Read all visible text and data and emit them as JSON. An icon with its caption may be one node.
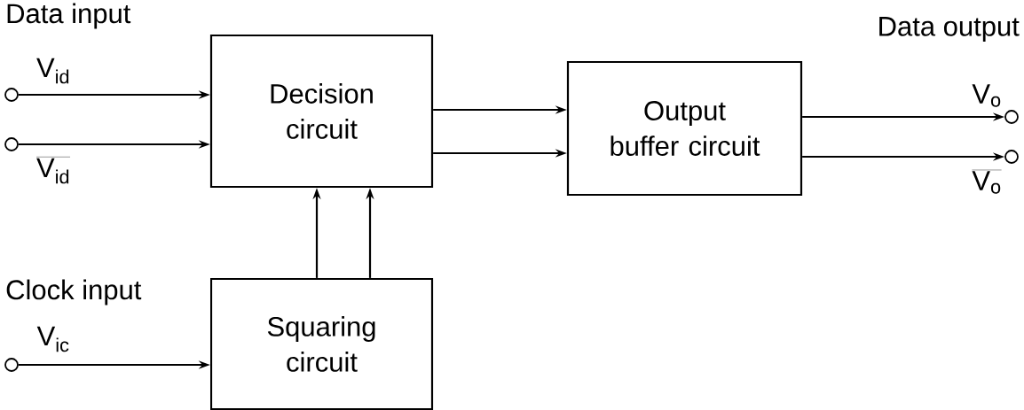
{
  "diagram": {
    "nodes": [
      {
        "text": [
          "Decision circuit"
        ]
      },
      {
        "text": [
          "Output buffer circuit"
        ]
      },
      {
        "text": [
          "Squaring circuit"
        ]
      },
      {
        "text": [],
        "shape": "circle",
        "beside": [
          "V$_{id}$"
        ]
      },
      {
        "text": [],
        "shape": "circle",
        "beside": [
          "V$_{id}$"
        ]
      },
      {
        "text": [],
        "shape": "circle",
        "beside": [
          "V$_{ic}$"
        ]
      },
      {
        "text": [],
        "shape": "circle",
        "beside": [
          "V$_{o}$"
        ]
      },
      {
        "text": [],
        "shape": "circle",
        "beside": [
          "V$_{o}$"
        ]
      }
    ],
    "edges": [
      {
        "from": 3,
        "to": 0,
        "arrow": "to"
      },
      {
        "from": 4,
        "to": 0,
        "arrow": "to"
      },
      {
        "from": 5,
        "to": 2,
        "arrow": "to"
      },
      {
        "from": 2,
        "to": 0,
        "arrow": "to"
      },
      {
        "from": 2,
        "to": 0,
        "arrow": "to"
      },
      {
        "from": 0,
        "to": 1,
        "arrow": "to"
      },
      {
        "from": 0,
        "to": 1,
        "arrow": "to"
      },
      {
        "from": 1,
        "to": 6,
        "arrow": "to"
      },
      {
        "from": 1,
        "to": 7,
        "arrow": "to"
      }
    ],
    "labels": [
      "Data input",
      "Data output",
      "Clock input"
    ]
  }
}
